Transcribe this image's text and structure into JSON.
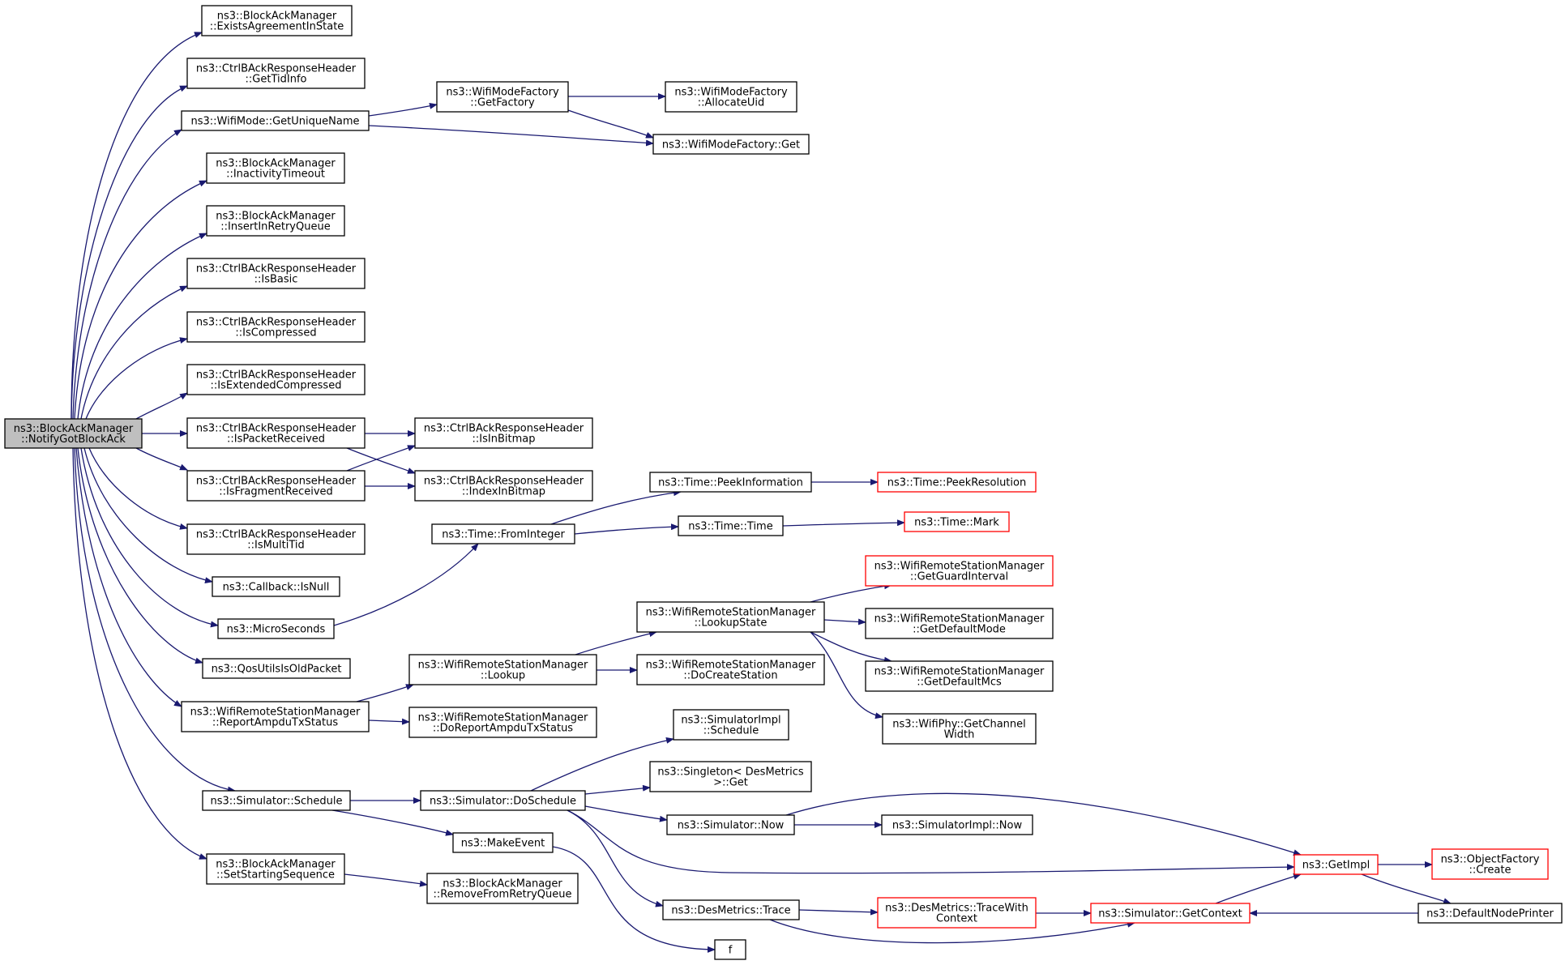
{
  "graph": {
    "title": "",
    "colors": {
      "edge": "#191970",
      "node_border": "#000000",
      "truncated_border": "#ff0000",
      "root_fill": "#bfbfbf",
      "node_fill": "#ffffff"
    },
    "nodes": [
      {
        "id": "root",
        "lines": [
          "ns3::BlockAckManager",
          "::NotifyGotBlockAck"
        ],
        "style": "root"
      },
      {
        "id": "existsAgreement",
        "lines": [
          "ns3::BlockAckManager",
          "::ExistsAgreementInState"
        ],
        "style": "normal"
      },
      {
        "id": "getTidInfo",
        "lines": [
          "ns3::CtrlBAckResponseHeader",
          "::GetTidInfo"
        ],
        "style": "normal"
      },
      {
        "id": "getUniqueName",
        "lines": [
          "ns3::WifiMode::GetUniqueName"
        ],
        "style": "normal"
      },
      {
        "id": "inactivityTimeout",
        "lines": [
          "ns3::BlockAckManager",
          "::InactivityTimeout"
        ],
        "style": "normal"
      },
      {
        "id": "insertInRetryQueue",
        "lines": [
          "ns3::BlockAckManager",
          "::InsertInRetryQueue"
        ],
        "style": "normal"
      },
      {
        "id": "isBasic",
        "lines": [
          "ns3::CtrlBAckResponseHeader",
          "::IsBasic"
        ],
        "style": "normal"
      },
      {
        "id": "isCompressed",
        "lines": [
          "ns3::CtrlBAckResponseHeader",
          "::IsCompressed"
        ],
        "style": "normal"
      },
      {
        "id": "isExtendedCompressed",
        "lines": [
          "ns3::CtrlBAckResponseHeader",
          "::IsExtendedCompressed"
        ],
        "style": "normal"
      },
      {
        "id": "isPacketReceived",
        "lines": [
          "ns3::CtrlBAckResponseHeader",
          "::IsPacketReceived"
        ],
        "style": "normal"
      },
      {
        "id": "isFragmentReceived",
        "lines": [
          "ns3::CtrlBAckResponseHeader",
          "::IsFragmentReceived"
        ],
        "style": "normal"
      },
      {
        "id": "isMultiTid",
        "lines": [
          "ns3::CtrlBAckResponseHeader",
          "::IsMultiTid"
        ],
        "style": "normal"
      },
      {
        "id": "callbackIsNull",
        "lines": [
          "ns3::Callback::IsNull"
        ],
        "style": "normal"
      },
      {
        "id": "microSeconds",
        "lines": [
          "ns3::MicroSeconds"
        ],
        "style": "normal"
      },
      {
        "id": "qosUtils",
        "lines": [
          "ns3::QosUtilsIsOldPacket"
        ],
        "style": "normal"
      },
      {
        "id": "reportAmpdu",
        "lines": [
          "ns3::WifiRemoteStationManager",
          "::ReportAmpduTxStatus"
        ],
        "style": "normal"
      },
      {
        "id": "simSchedule",
        "lines": [
          "ns3::Simulator::Schedule"
        ],
        "style": "normal"
      },
      {
        "id": "setStartingSeq",
        "lines": [
          "ns3::BlockAckManager",
          "::SetStartingSequence"
        ],
        "style": "normal"
      },
      {
        "id": "wmfGetFactory",
        "lines": [
          "ns3::WifiModeFactory",
          "::GetFactory"
        ],
        "style": "normal"
      },
      {
        "id": "wmfAllocateUid",
        "lines": [
          "ns3::WifiModeFactory",
          "::AllocateUid"
        ],
        "style": "normal"
      },
      {
        "id": "wmfGet",
        "lines": [
          "ns3::WifiModeFactory::Get"
        ],
        "style": "normal"
      },
      {
        "id": "isInBitmap",
        "lines": [
          "ns3::CtrlBAckResponseHeader",
          "::IsInBitmap"
        ],
        "style": "normal"
      },
      {
        "id": "indexInBitmap",
        "lines": [
          "ns3::CtrlBAckResponseHeader",
          "::IndexInBitmap"
        ],
        "style": "normal"
      },
      {
        "id": "timeFromInteger",
        "lines": [
          "ns3::Time::FromInteger"
        ],
        "style": "normal"
      },
      {
        "id": "timePeekInfo",
        "lines": [
          "ns3::Time::PeekInformation"
        ],
        "style": "normal"
      },
      {
        "id": "timePeekRes",
        "lines": [
          "ns3::Time::PeekResolution"
        ],
        "style": "truncated"
      },
      {
        "id": "timeTime",
        "lines": [
          "ns3::Time::Time"
        ],
        "style": "normal"
      },
      {
        "id": "timeMark",
        "lines": [
          "ns3::Time::Mark"
        ],
        "style": "truncated"
      },
      {
        "id": "wrsmLookupState",
        "lines": [
          "ns3::WifiRemoteStationManager",
          "::LookupState"
        ],
        "style": "normal"
      },
      {
        "id": "wrsmGuardInterval",
        "lines": [
          "ns3::WifiRemoteStationManager",
          "::GetGuardInterval"
        ],
        "style": "truncated"
      },
      {
        "id": "wrsmDefaultMode",
        "lines": [
          "ns3::WifiRemoteStationManager",
          "::GetDefaultMode"
        ],
        "style": "normal"
      },
      {
        "id": "wrsmDefaultMcs",
        "lines": [
          "ns3::WifiRemoteStationManager",
          "::GetDefaultMcs"
        ],
        "style": "normal"
      },
      {
        "id": "wifiPhyChannelWidth",
        "lines": [
          "ns3::WifiPhy::GetChannel",
          "Width"
        ],
        "style": "normal"
      },
      {
        "id": "wrsmLookup",
        "lines": [
          "ns3::WifiRemoteStationManager",
          "::Lookup"
        ],
        "style": "normal"
      },
      {
        "id": "wrsmDoCreateStation",
        "lines": [
          "ns3::WifiRemoteStationManager",
          "::DoCreateStation"
        ],
        "style": "normal"
      },
      {
        "id": "wrsmDoReportAmpdu",
        "lines": [
          "ns3::WifiRemoteStationManager",
          "::DoReportAmpduTxStatus"
        ],
        "style": "normal"
      },
      {
        "id": "simImplSchedule",
        "lines": [
          "ns3::SimulatorImpl",
          "::Schedule"
        ],
        "style": "normal"
      },
      {
        "id": "singletonGet",
        "lines": [
          "ns3::Singleton< DesMetrics",
          " >::Get"
        ],
        "style": "normal"
      },
      {
        "id": "simDoSchedule",
        "lines": [
          "ns3::Simulator::DoSchedule"
        ],
        "style": "normal"
      },
      {
        "id": "simNow",
        "lines": [
          "ns3::Simulator::Now"
        ],
        "style": "normal"
      },
      {
        "id": "simImplNow",
        "lines": [
          "ns3::SimulatorImpl::Now"
        ],
        "style": "normal"
      },
      {
        "id": "makeEvent",
        "lines": [
          "ns3::MakeEvent"
        ],
        "style": "normal"
      },
      {
        "id": "desTrace",
        "lines": [
          "ns3::DesMetrics::Trace"
        ],
        "style": "normal"
      },
      {
        "id": "desTraceWithContext",
        "lines": [
          "ns3::DesMetrics::TraceWith",
          "Context"
        ],
        "style": "truncated"
      },
      {
        "id": "simGetContext",
        "lines": [
          "ns3::Simulator::GetContext"
        ],
        "style": "truncated"
      },
      {
        "id": "getImpl",
        "lines": [
          "ns3::GetImpl"
        ],
        "style": "truncated"
      },
      {
        "id": "objectFactoryCreate",
        "lines": [
          "ns3::ObjectFactory",
          "::Create"
        ],
        "style": "truncated"
      },
      {
        "id": "defaultNodePrinter",
        "lines": [
          "ns3::DefaultNodePrinter"
        ],
        "style": "normal"
      },
      {
        "id": "removeFromRetryQueue",
        "lines": [
          "ns3::BlockAckManager",
          "::RemoveFromRetryQueue"
        ],
        "style": "normal"
      },
      {
        "id": "f",
        "lines": [
          "f"
        ],
        "style": "normal"
      }
    ],
    "edges": [
      {
        "from": "root",
        "to": "existsAgreement"
      },
      {
        "from": "root",
        "to": "getTidInfo"
      },
      {
        "from": "root",
        "to": "getUniqueName"
      },
      {
        "from": "root",
        "to": "inactivityTimeout"
      },
      {
        "from": "root",
        "to": "insertInRetryQueue"
      },
      {
        "from": "root",
        "to": "isBasic"
      },
      {
        "from": "root",
        "to": "isCompressed"
      },
      {
        "from": "root",
        "to": "isExtendedCompressed"
      },
      {
        "from": "root",
        "to": "isPacketReceived"
      },
      {
        "from": "root",
        "to": "isFragmentReceived"
      },
      {
        "from": "root",
        "to": "isMultiTid"
      },
      {
        "from": "root",
        "to": "callbackIsNull"
      },
      {
        "from": "root",
        "to": "microSeconds"
      },
      {
        "from": "root",
        "to": "qosUtils"
      },
      {
        "from": "root",
        "to": "reportAmpdu"
      },
      {
        "from": "root",
        "to": "simSchedule"
      },
      {
        "from": "root",
        "to": "setStartingSeq"
      },
      {
        "from": "getUniqueName",
        "to": "wmfGetFactory"
      },
      {
        "from": "getUniqueName",
        "to": "wmfGet"
      },
      {
        "from": "wmfGetFactory",
        "to": "wmfAllocateUid"
      },
      {
        "from": "wmfGetFactory",
        "to": "wmfGet"
      },
      {
        "from": "isPacketReceived",
        "to": "isInBitmap"
      },
      {
        "from": "isPacketReceived",
        "to": "indexInBitmap"
      },
      {
        "from": "isFragmentReceived",
        "to": "isInBitmap"
      },
      {
        "from": "isFragmentReceived",
        "to": "indexInBitmap"
      },
      {
        "from": "microSeconds",
        "to": "timeFromInteger"
      },
      {
        "from": "timeFromInteger",
        "to": "timePeekInfo"
      },
      {
        "from": "timeFromInteger",
        "to": "timeTime"
      },
      {
        "from": "timePeekInfo",
        "to": "timePeekRes"
      },
      {
        "from": "timeTime",
        "to": "timeMark"
      },
      {
        "from": "reportAmpdu",
        "to": "wrsmLookup"
      },
      {
        "from": "reportAmpdu",
        "to": "wrsmDoReportAmpdu"
      },
      {
        "from": "wrsmLookup",
        "to": "wrsmLookupState"
      },
      {
        "from": "wrsmLookup",
        "to": "wrsmDoCreateStation"
      },
      {
        "from": "wrsmLookupState",
        "to": "wrsmGuardInterval"
      },
      {
        "from": "wrsmLookupState",
        "to": "wrsmDefaultMode"
      },
      {
        "from": "wrsmLookupState",
        "to": "wrsmDefaultMcs"
      },
      {
        "from": "wrsmLookupState",
        "to": "wifiPhyChannelWidth"
      },
      {
        "from": "simSchedule",
        "to": "simDoSchedule"
      },
      {
        "from": "simSchedule",
        "to": "makeEvent"
      },
      {
        "from": "simDoSchedule",
        "to": "simImplSchedule"
      },
      {
        "from": "simDoSchedule",
        "to": "singletonGet"
      },
      {
        "from": "simDoSchedule",
        "to": "simNow"
      },
      {
        "from": "simDoSchedule",
        "to": "getImpl"
      },
      {
        "from": "simDoSchedule",
        "to": "desTrace"
      },
      {
        "from": "simNow",
        "to": "simImplNow"
      },
      {
        "from": "simNow",
        "to": "getImpl"
      },
      {
        "from": "makeEvent",
        "to": "f"
      },
      {
        "from": "desTrace",
        "to": "desTraceWithContext"
      },
      {
        "from": "desTrace",
        "to": "simGetContext"
      },
      {
        "from": "desTraceWithContext",
        "to": "simGetContext"
      },
      {
        "from": "simGetContext",
        "to": "getImpl"
      },
      {
        "from": "getImpl",
        "to": "objectFactoryCreate"
      },
      {
        "from": "getImpl",
        "to": "defaultNodePrinter"
      },
      {
        "from": "defaultNodePrinter",
        "to": "simGetContext"
      },
      {
        "from": "setStartingSeq",
        "to": "removeFromRetryQueue"
      }
    ]
  }
}
